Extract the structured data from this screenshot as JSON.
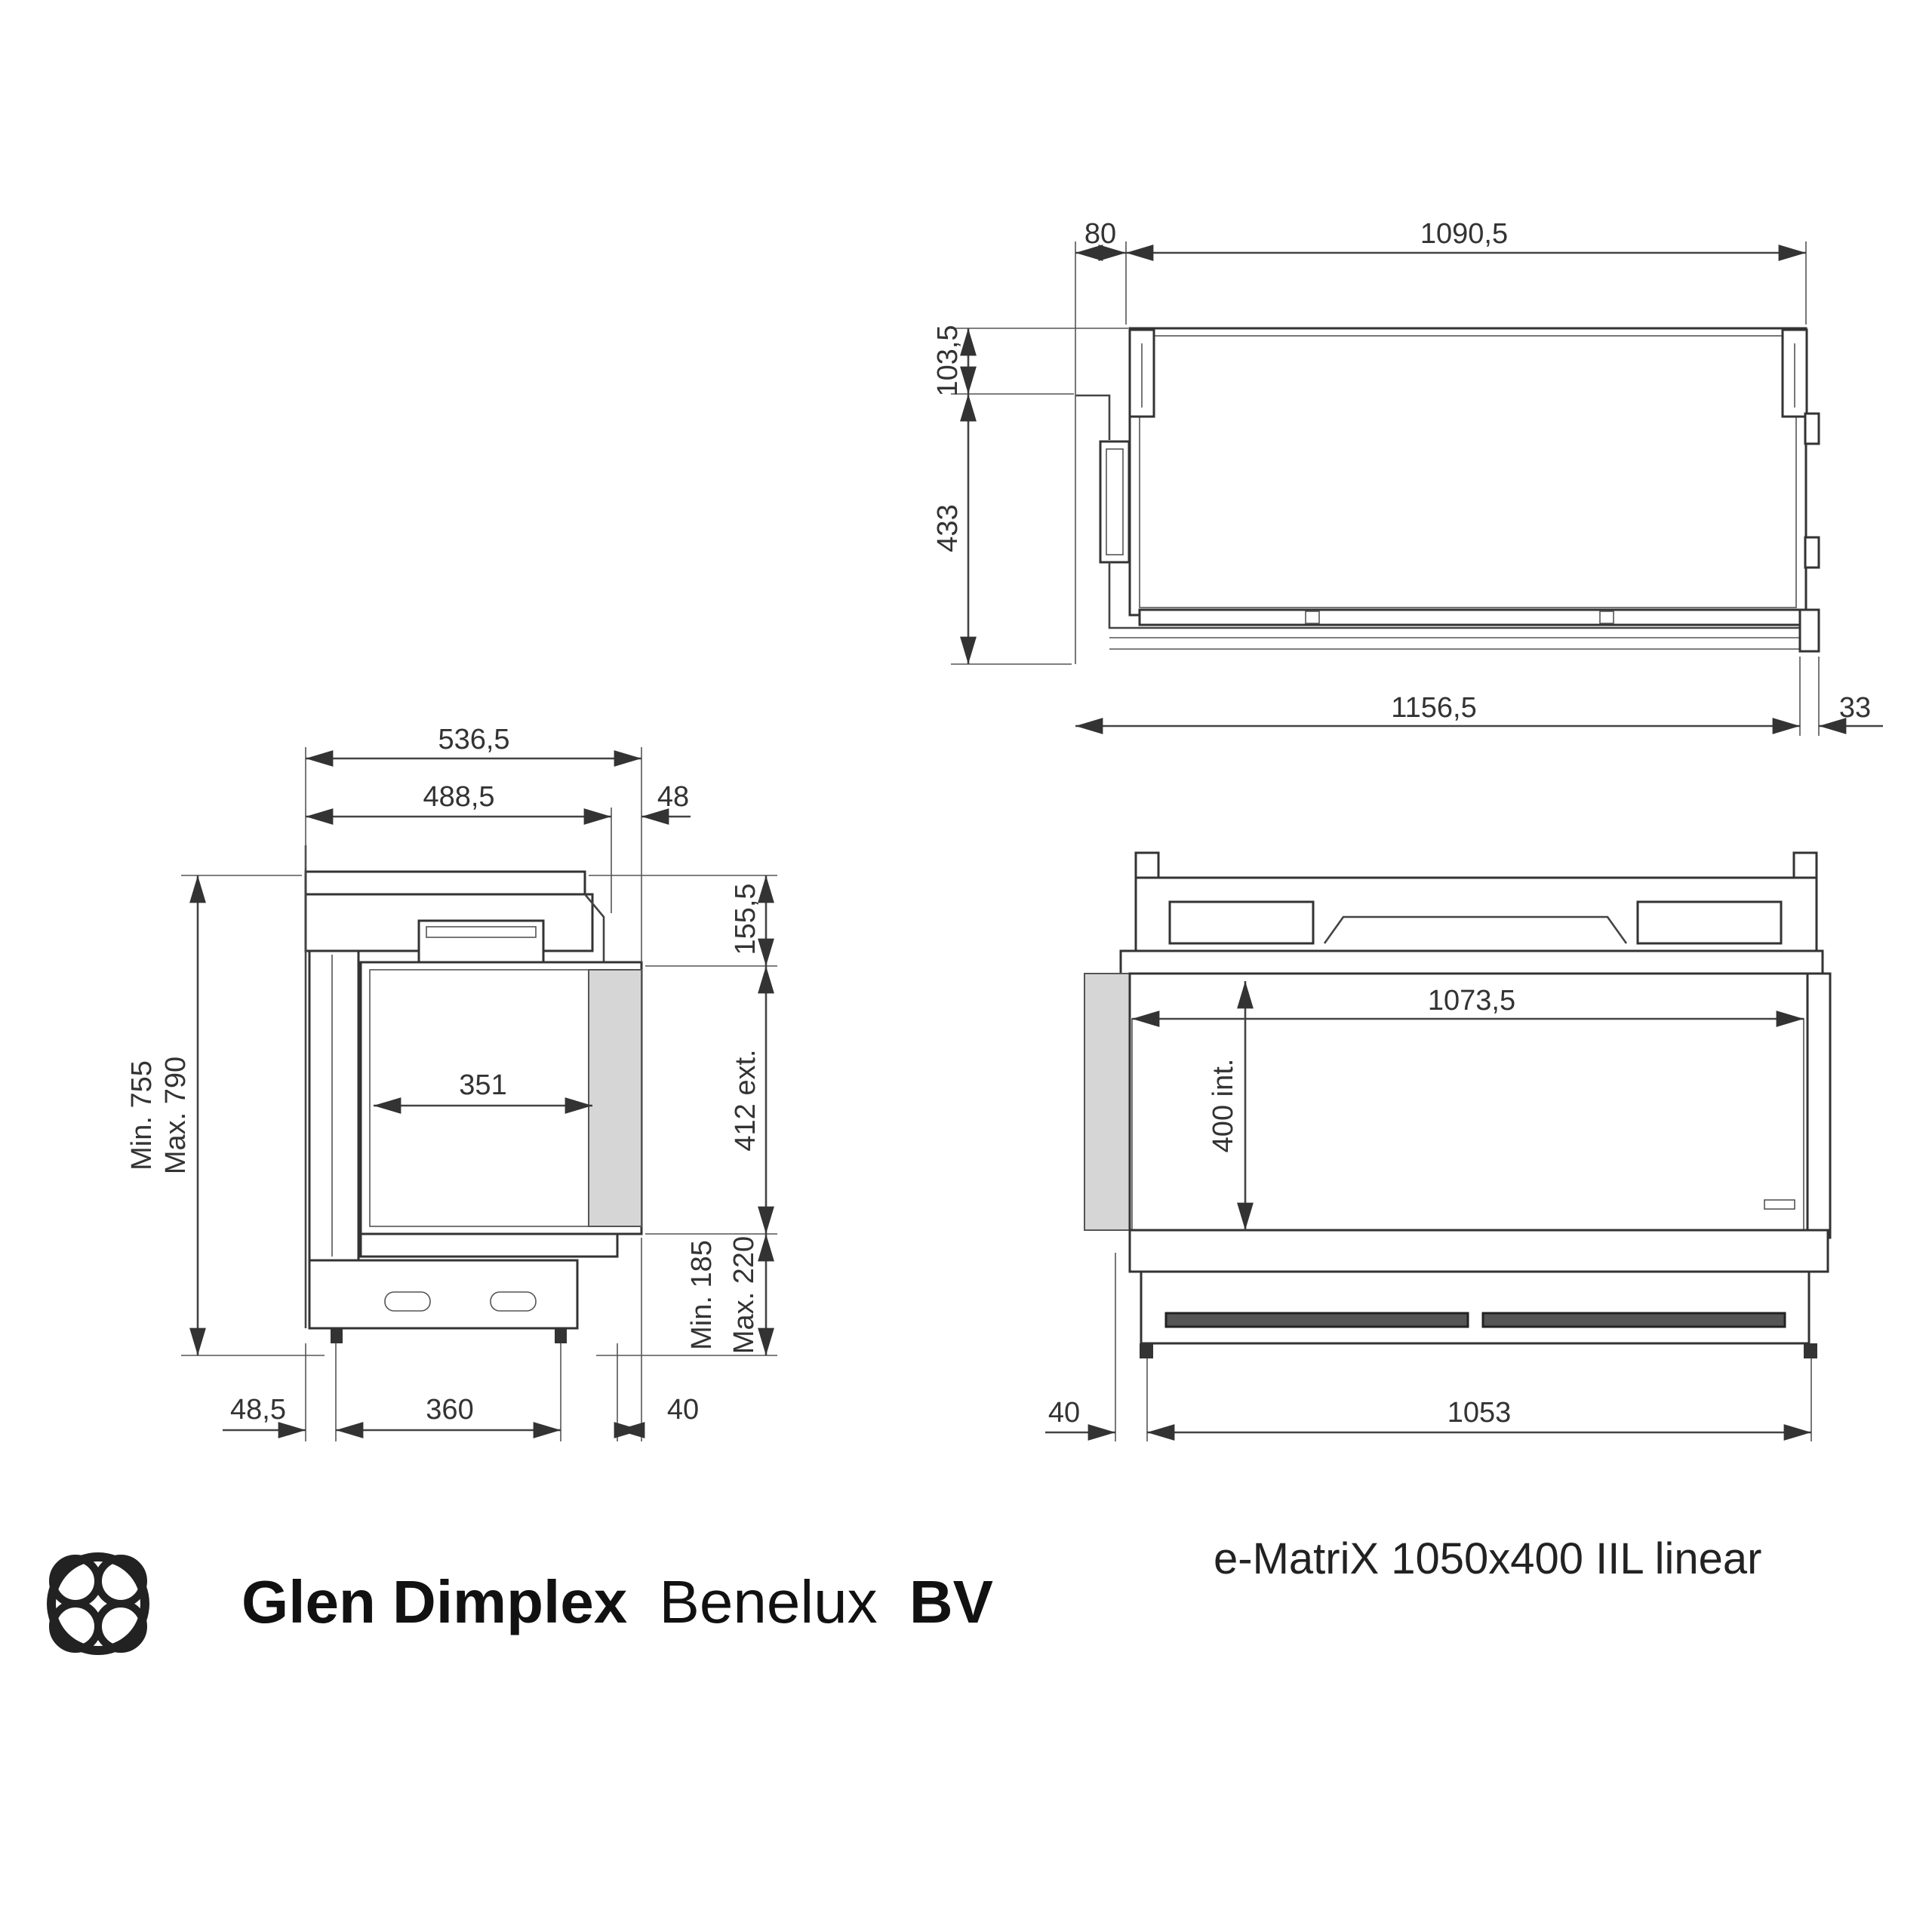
{
  "brand": {
    "name_part1": "Glen Dimplex",
    "name_part2": "Benelux",
    "name_part3": "BV",
    "logo": "celtic-knot-logo"
  },
  "model_name": "e-MatriX 1050x400 IIL linear",
  "top_view": {
    "dim_left_offset": "80",
    "dim_top_width": "1090,5",
    "dim_left_small": "103,5",
    "dim_left_depth": "433",
    "dim_bottom_width": "1156,5",
    "dim_bottom_right": "33"
  },
  "side_view": {
    "dim_outer_width": "536,5",
    "dim_inner_width": "488,5",
    "dim_right_offset": "48",
    "dim_glass_depth": "351",
    "dim_top_right": "155,5",
    "dim_opening_ext": "412 ext.",
    "dim_height_min": "Min. 755",
    "dim_height_max": "Max. 790",
    "dim_base_min": "Min. 185",
    "dim_base_max": "Max. 220",
    "dim_foot_left": "48,5",
    "dim_foot_span": "360",
    "dim_foot_right": "40"
  },
  "front_view": {
    "dim_opening_width": "1073,5",
    "dim_opening_int": "400 int.",
    "dim_left_foot": "40",
    "dim_foot_span": "1053"
  }
}
